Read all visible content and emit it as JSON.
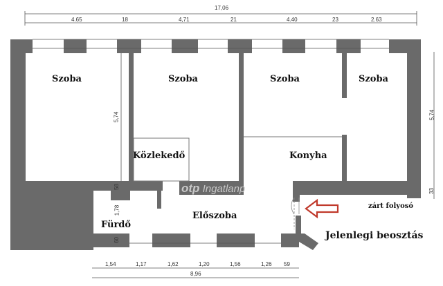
{
  "title": "Jelenlegi beosztás",
  "watermark": {
    "brand": "otp",
    "suffix": "Ingatlanp"
  },
  "colors": {
    "wall": "#6a6a6a",
    "arrow": "#c0392b",
    "dimension_line": "#555555",
    "background": "#ffffff"
  },
  "rooms": [
    {
      "name": "Szoba",
      "id": "room-1"
    },
    {
      "name": "Szoba",
      "id": "room-2"
    },
    {
      "name": "Szoba",
      "id": "room-3"
    },
    {
      "name": "Szoba",
      "id": "room-4"
    },
    {
      "name": "Közlekedő",
      "id": "corridor"
    },
    {
      "name": "Konyha",
      "id": "kitchen"
    },
    {
      "name": "Előszoba",
      "id": "hall"
    },
    {
      "name": "Fürdő",
      "id": "bathroom"
    }
  ],
  "annotations": {
    "closed_corridor": "zárt folyosó"
  },
  "dimensions": {
    "top_total": "17,06",
    "top_segments": [
      "4.65",
      "18",
      "4,71",
      "21",
      "4.40",
      "23",
      "2.63"
    ],
    "bottom_segments": [
      "1,54",
      "1,17",
      "1,62",
      "1,20",
      "1,56",
      "1,26",
      "59"
    ],
    "bottom_total": "8,96",
    "left_vertical": [
      "5,74",
      "58",
      "1,78",
      "60"
    ],
    "right_vertical": [
      "5,74",
      "33"
    ]
  }
}
